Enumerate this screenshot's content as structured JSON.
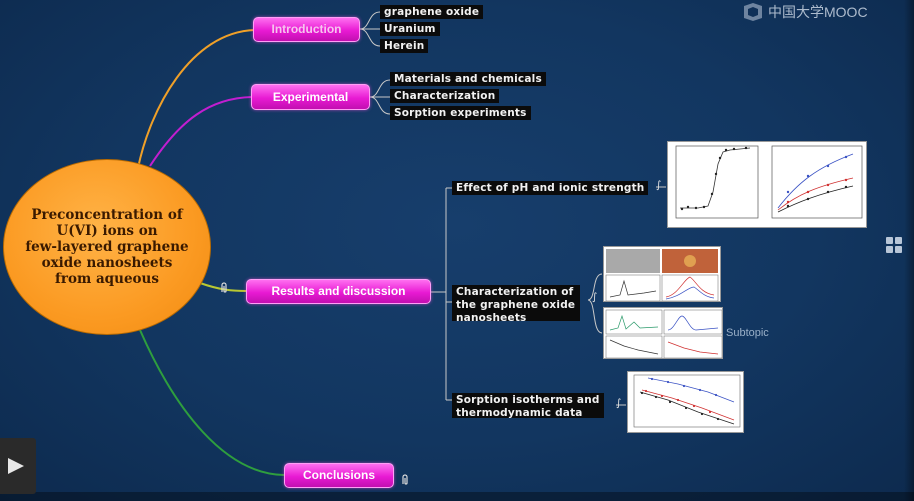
{
  "central_topic": "Preconcentration of\nU(VI) ions on\nfew-layered graphene\noxide nanosheets\nfrom aqueous",
  "topics": [
    {
      "label": "Introduction",
      "subtopics": [
        "graphene oxide",
        "Uranium",
        "Herein"
      ]
    },
    {
      "label": "Experimental",
      "subtopics": [
        "Materials and chemicals",
        "Characterization",
        "Sorption experiments"
      ]
    },
    {
      "label": "Results and discussion",
      "subtopics": [
        "Effect of pH and ionic strength",
        "Characterization of\nthe graphene oxide\nnanosheets",
        "Sorption isotherms and\nthermodynamic data"
      ]
    },
    {
      "label": "Conclusions",
      "subtopics": []
    }
  ],
  "placeholder_label": "Subtopic",
  "watermark": "中国大学MOOC",
  "colors": {
    "background": "#123660",
    "topic_fill": "#e81ad3",
    "central_fill": "#fb9a22",
    "subtopic_fill": "#0b0b0b"
  },
  "icons": [
    "paperclip-icon",
    "play-icon",
    "grid-icon",
    "mooc-logo-icon"
  ]
}
